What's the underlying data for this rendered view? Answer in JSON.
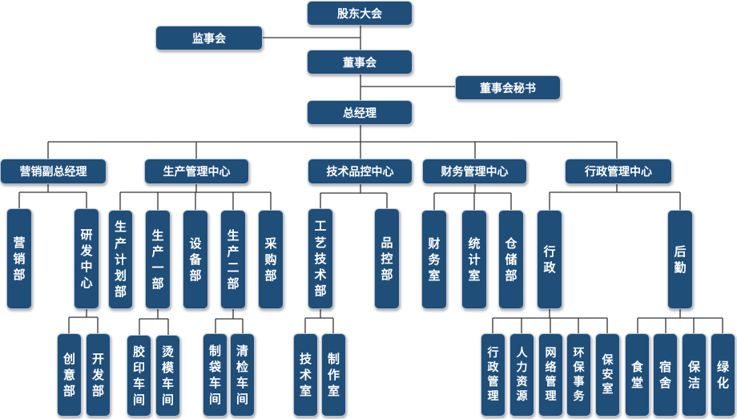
{
  "nodes": {
    "shareholders": "股东大会",
    "supervisors": "监事会",
    "board": "董事会",
    "board_secretary": "董事会秘书",
    "general_manager": "总经理",
    "marketing_vp": "营销副总经理",
    "production_center": "生产管理中心",
    "tech_qc_center": "技术品控中心",
    "finance_center": "财务管理中心",
    "admin_center": "行政管理中心",
    "marketing_dept": "营销部",
    "rd_center": "研发中心",
    "creative_dept": "创意部",
    "dev_dept": "开发部",
    "planning_dept": "生产计划部",
    "production_1": "生产一部",
    "equipment_dept": "设备部",
    "production_2": "生产二部",
    "purchasing_dept": "采购部",
    "rubber_print_workshop": "胶印车间",
    "hot_stamping_workshop": "烫模车间",
    "bag_making_workshop": "制袋车间",
    "cleaning_workshop": "清检车间",
    "process_tech_dept": "工艺技术部",
    "qc_dept": "品控部",
    "tech_office": "技术室",
    "production_office": "制作室",
    "finance_office": "财务室",
    "statistics_office": "统计室",
    "warehouse_dept": "仓储部",
    "administration": "行政",
    "logistics": "后勤",
    "admin_management": "行政管理",
    "hr": "人力资源",
    "network_management": "网络管理",
    "env_affairs": "环保事务",
    "security_office": "保安室",
    "canteen": "食堂",
    "dormitory": "宿舍",
    "cleaning": "保洁",
    "greening": "绿化"
  },
  "colors": {
    "box_fill": "#1f4e79",
    "box_text": "#ffffff",
    "connector": "#333333"
  }
}
